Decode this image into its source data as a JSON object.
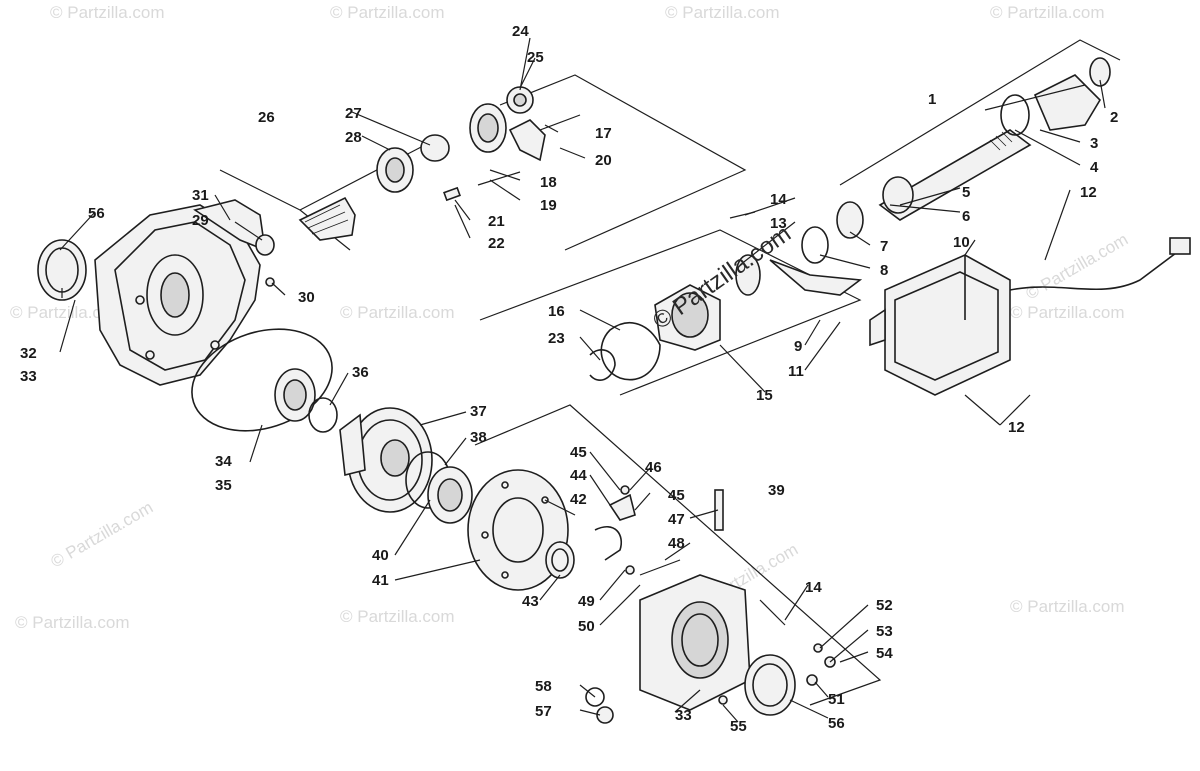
{
  "watermarks": {
    "partzilla": "© Partzilla.com",
    "center": "© Partzilla.com"
  },
  "callouts": {
    "c1": "1",
    "c2": "2",
    "c3": "3",
    "c4": "4",
    "c5": "5",
    "c6": "6",
    "c7": "7",
    "c8": "8",
    "c9": "9",
    "c10": "10",
    "c11": "11",
    "c12a": "12",
    "c12b": "12",
    "c12c": "12",
    "c13": "13",
    "c14a": "14",
    "c14b": "14",
    "c15": "15",
    "c16": "16",
    "c17": "17",
    "c18": "18",
    "c19": "19",
    "c20": "20",
    "c21": "21",
    "c22": "22",
    "c23": "23",
    "c24": "24",
    "c25": "25",
    "c26": "26",
    "c27": "27",
    "c28": "28",
    "c29": "29",
    "c30": "30",
    "c31": "31",
    "c32": "32",
    "c33a": "33",
    "c33b": "33",
    "c34": "34",
    "c35": "35",
    "c36": "36",
    "c37": "37",
    "c38": "38",
    "c39": "39",
    "c40": "40",
    "c41": "41",
    "c42": "42",
    "c43": "43",
    "c44": "44",
    "c45a": "45",
    "c45b": "45",
    "c46": "46",
    "c47": "47",
    "c48": "48",
    "c49": "49",
    "c50": "50",
    "c51": "51",
    "c52": "52",
    "c53": "53",
    "c54": "54",
    "c55": "55",
    "c56a": "56",
    "c56b": "56",
    "c57": "57",
    "c58": "58"
  }
}
